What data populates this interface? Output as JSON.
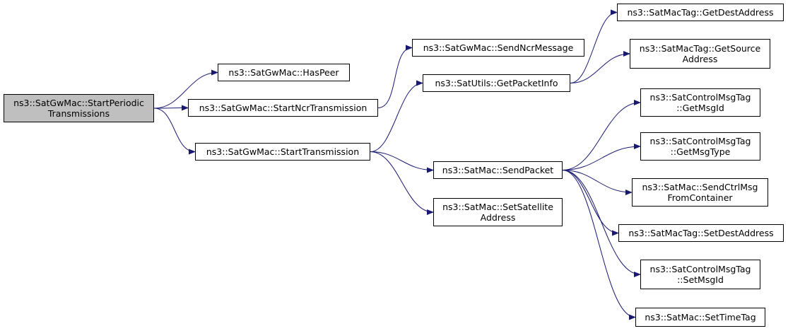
{
  "diagram": {
    "type": "call-graph",
    "colors": {
      "edge": "#191970",
      "border": "#000000",
      "root_fill": "#bfbfbf",
      "node_fill": "#ffffff"
    },
    "nodes": {
      "start_periodic": {
        "lines": [
          "ns3::SatGwMac::StartPeriodic",
          "Transmissions"
        ],
        "root": true
      },
      "has_peer": {
        "lines": [
          "ns3::SatGwMac::HasPeer"
        ]
      },
      "start_ncr": {
        "lines": [
          "ns3::SatGwMac::StartNcrTransmission"
        ]
      },
      "start_tx": {
        "lines": [
          "ns3::SatGwMac::StartTransmission"
        ]
      },
      "send_ncr": {
        "lines": [
          "ns3::SatGwMac::SendNcrMessage"
        ]
      },
      "get_packet_info": {
        "lines": [
          "ns3::SatUtils::GetPacketInfo"
        ]
      },
      "send_packet": {
        "lines": [
          "ns3::SatMac::SendPacket"
        ]
      },
      "set_sat_addr": {
        "lines": [
          "ns3::SatMac::SetSatellite",
          "Address"
        ]
      },
      "get_dest": {
        "lines": [
          "ns3::SatMacTag::GetDestAddress"
        ]
      },
      "get_source": {
        "lines": [
          "ns3::SatMacTag::GetSource",
          "Address"
        ]
      },
      "get_msg_id": {
        "lines": [
          "ns3::SatControlMsgTag",
          "::GetMsgId"
        ]
      },
      "get_msg_type": {
        "lines": [
          "ns3::SatControlMsgTag",
          "::GetMsgType"
        ]
      },
      "send_ctrl": {
        "lines": [
          "ns3::SatMac::SendCtrlMsg",
          "FromContainer"
        ]
      },
      "set_dest": {
        "lines": [
          "ns3::SatMacTag::SetDestAddress"
        ]
      },
      "set_msg_id": {
        "lines": [
          "ns3::SatControlMsgTag",
          "::SetMsgId"
        ]
      },
      "set_time": {
        "lines": [
          "ns3::SatMac::SetTimeTag"
        ]
      }
    },
    "edges": [
      [
        "start_periodic",
        "has_peer"
      ],
      [
        "start_periodic",
        "start_ncr"
      ],
      [
        "start_periodic",
        "start_tx"
      ],
      [
        "start_ncr",
        "send_ncr"
      ],
      [
        "start_tx",
        "get_packet_info"
      ],
      [
        "start_tx",
        "send_packet"
      ],
      [
        "start_tx",
        "set_sat_addr"
      ],
      [
        "get_packet_info",
        "get_dest"
      ],
      [
        "get_packet_info",
        "get_source"
      ],
      [
        "send_packet",
        "get_msg_id"
      ],
      [
        "send_packet",
        "get_msg_type"
      ],
      [
        "send_packet",
        "send_ctrl"
      ],
      [
        "send_packet",
        "set_dest"
      ],
      [
        "send_packet",
        "set_msg_id"
      ],
      [
        "send_packet",
        "set_time"
      ]
    ]
  }
}
